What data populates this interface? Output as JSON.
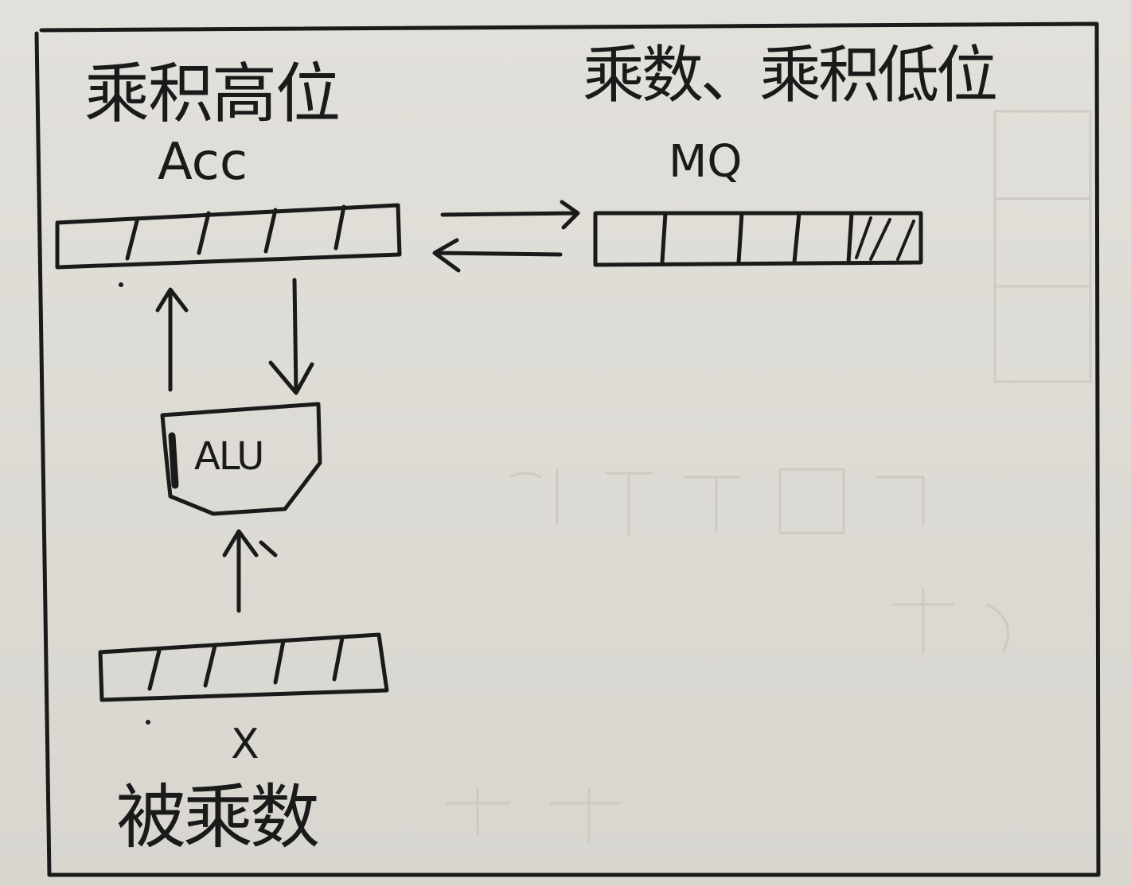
{
  "diagram": {
    "acc_title": "乘积高位",
    "acc_name": "Acc",
    "mq_title": "乘数、乘积低位",
    "mq_name": "MQ",
    "alu_label": "ALU",
    "x_name": "X",
    "x_title": "被乘数"
  },
  "colors": {
    "paper": "#dcdad3",
    "ink": "#1a1a1a",
    "bleed_through": "#c6c3bb"
  }
}
